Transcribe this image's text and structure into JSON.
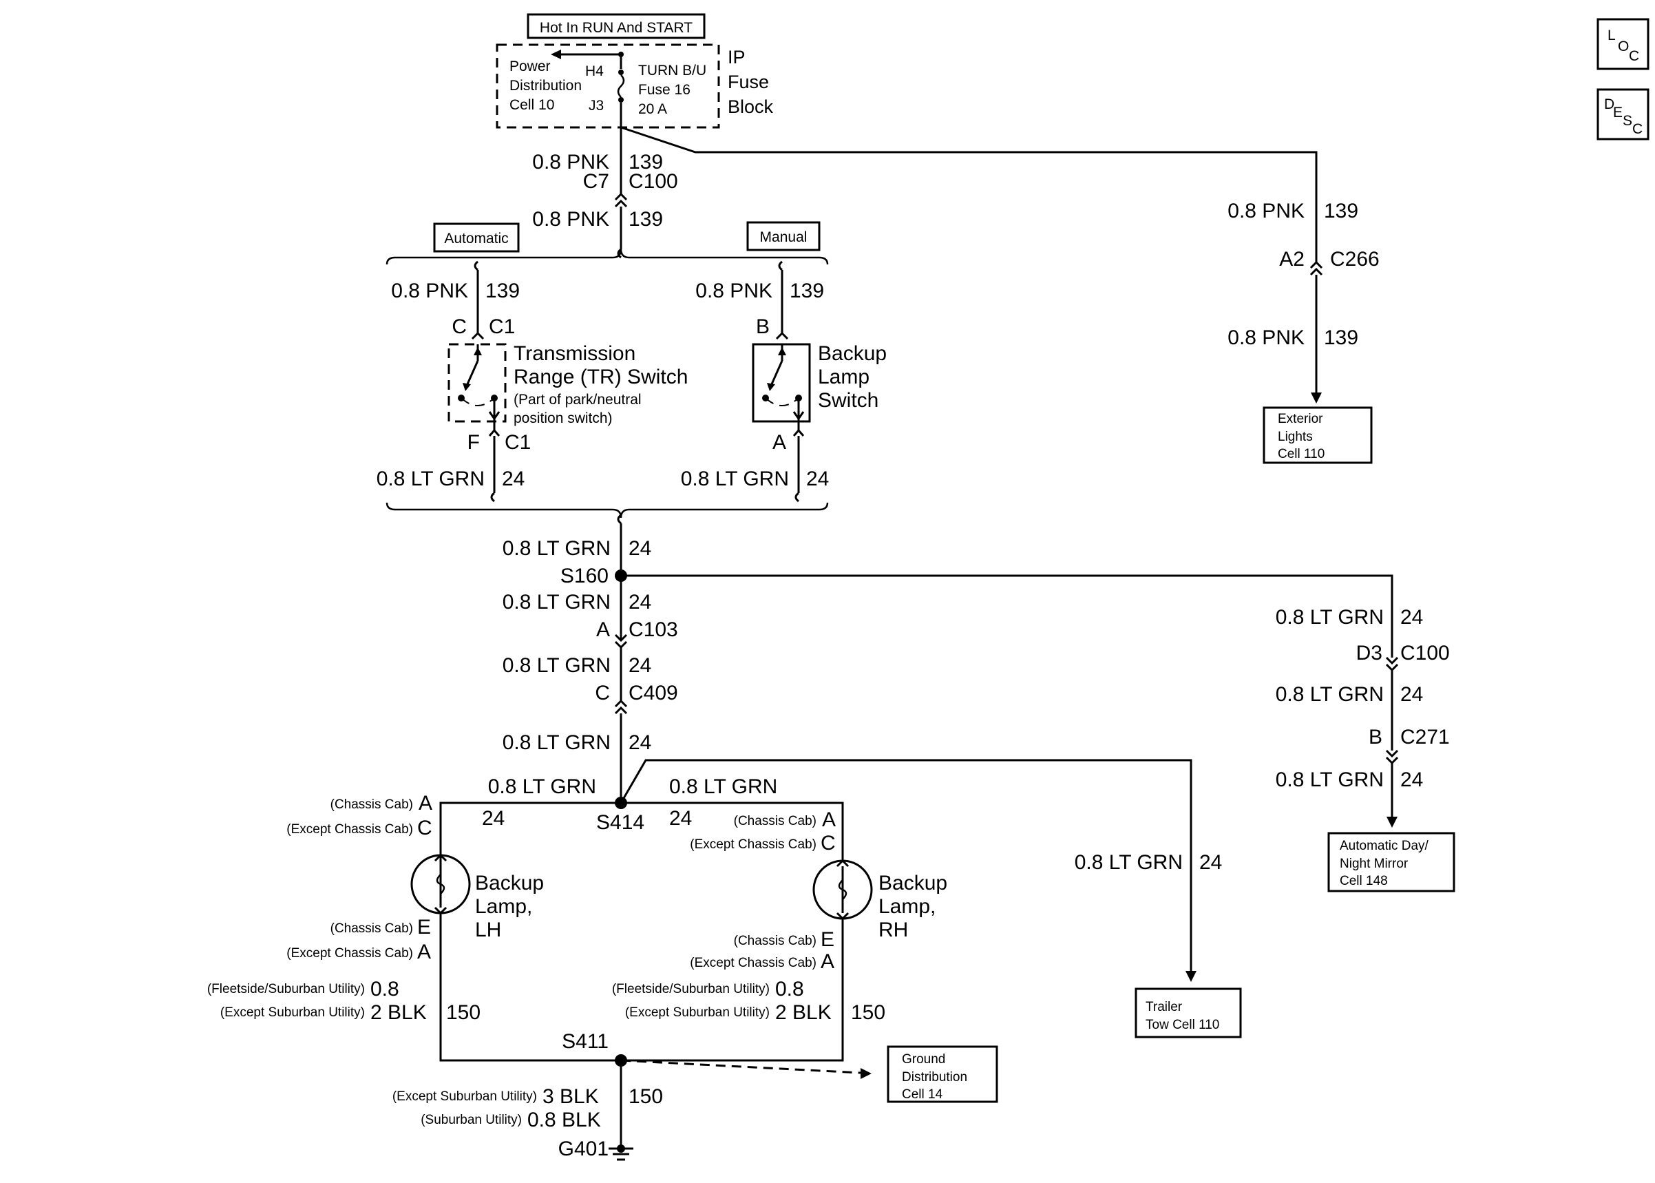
{
  "fuse_block": {
    "header": "Hot In RUN And START",
    "power_dist": [
      "Power",
      "Distribution",
      "Cell 10"
    ],
    "pin_top": "H4",
    "pin_bottom": "J3",
    "fuse_lines": [
      "TURN B/U",
      "Fuse 16",
      "20 A"
    ],
    "title": [
      "IP",
      "Fuse",
      "Block"
    ]
  },
  "icons": {
    "loc": [
      "L",
      "O",
      "C"
    ],
    "desc": [
      "D",
      "E",
      "S",
      "C"
    ]
  },
  "labels": {
    "pnk": "0.8 PNK",
    "lt_grn": "0.8 LT GRN",
    "c139": "139",
    "c24": "24",
    "c150": "150",
    "c7": "C7",
    "c100": "C100",
    "a2": "A2",
    "c266": "C266",
    "automatic": "Automatic",
    "manual": "Manual",
    "c": "C",
    "c1": "C1",
    "b": "B",
    "f": "F",
    "a": "A",
    "s160": "S160",
    "c103": "C103",
    "c409": "C409",
    "s414": "S414",
    "d3": "D3",
    "b_conn": "B",
    "c271": "C271",
    "s411": "S411",
    "g401": "G401",
    "e": "E"
  },
  "tr_switch": {
    "title": [
      "Transmission",
      "Range (TR) Switch"
    ],
    "note": [
      "(Part of park/neutral",
      "position switch)"
    ]
  },
  "backup_switch": [
    "Backup",
    "Lamp",
    "Switch"
  ],
  "backup_lh": [
    "Backup",
    "Lamp,",
    "LH"
  ],
  "backup_rh": [
    "Backup",
    "Lamp,",
    "RH"
  ],
  "variants": {
    "chassis_cab": "(Chassis Cab)",
    "except_chassis_cab": "(Except Chassis Cab)",
    "fleetside": "(Fleetside/Suburban Utility)",
    "except_suburban": "(Except Suburban Utility)",
    "suburban": "(Suburban Utility)"
  },
  "gauges": {
    "g08": "0.8",
    "g2blk": "2 BLK",
    "g3blk": "3 BLK",
    "g08blk": "0.8 BLK"
  },
  "refs": {
    "exterior": [
      "Exterior",
      "Lights",
      "Cell 110"
    ],
    "mirror": [
      "Automatic Day/",
      "Night Mirror",
      "Cell 148"
    ],
    "trailer": [
      "Trailer",
      "Tow Cell 110"
    ],
    "ground": [
      "Ground",
      "Distribution",
      "Cell 14"
    ]
  }
}
